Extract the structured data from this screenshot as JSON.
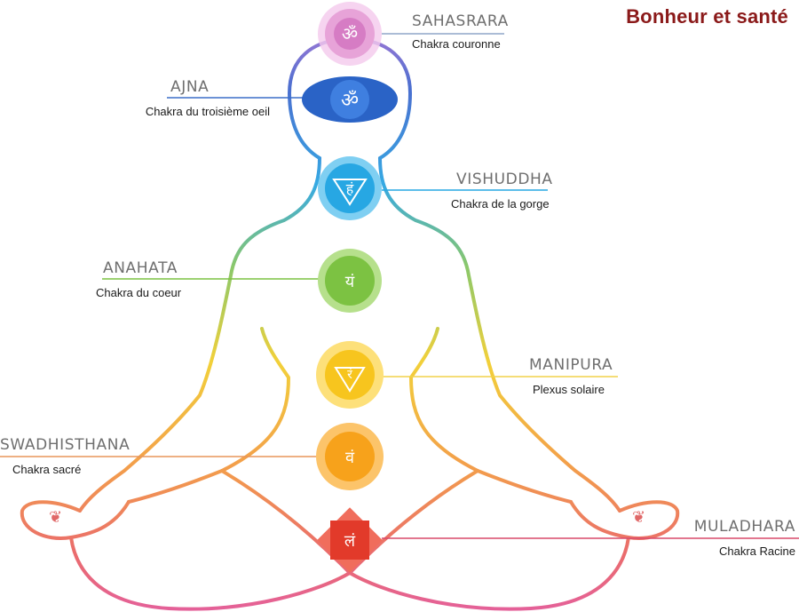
{
  "brand": {
    "title": "Bonheur et santé"
  },
  "chakras": [
    {
      "id": "sahasrara",
      "name": "SAHASRARA",
      "subtitle": "Chakra couronne",
      "glyph": "ॐ",
      "color": "#e6a0d6",
      "line_color": "#8fa6c8"
    },
    {
      "id": "ajna",
      "name": "AJNA",
      "subtitle": "Chakra du troisième oeil",
      "glyph": "ॐ",
      "color": "#2a63c6",
      "line_color": "#3b6fc9"
    },
    {
      "id": "vishuddha",
      "name": "VISHUDDHA",
      "subtitle": "Chakra de la gorge",
      "glyph": "हं",
      "color": "#27a7e3",
      "line_color": "#27a7e3"
    },
    {
      "id": "anahata",
      "name": "ANAHATA",
      "subtitle": "Chakra du coeur",
      "glyph": "यं",
      "color": "#7cc242",
      "line_color": "#7cc242"
    },
    {
      "id": "manipura",
      "name": "MANIPURA",
      "subtitle": "Plexus solaire",
      "glyph": "रं",
      "color": "#f7c51e",
      "line_color": "#f2d24a"
    },
    {
      "id": "swadhisthana",
      "name": "SWADHISTHANA",
      "subtitle": "Chakra sacré",
      "glyph": "वं",
      "color": "#f7a21b",
      "line_color": "#e8955a"
    },
    {
      "id": "muladhara",
      "name": "MULADHARA",
      "subtitle": "Chakra Racine",
      "glyph": "लं",
      "color": "#e23a2a",
      "line_color": "#d94a6a"
    }
  ]
}
